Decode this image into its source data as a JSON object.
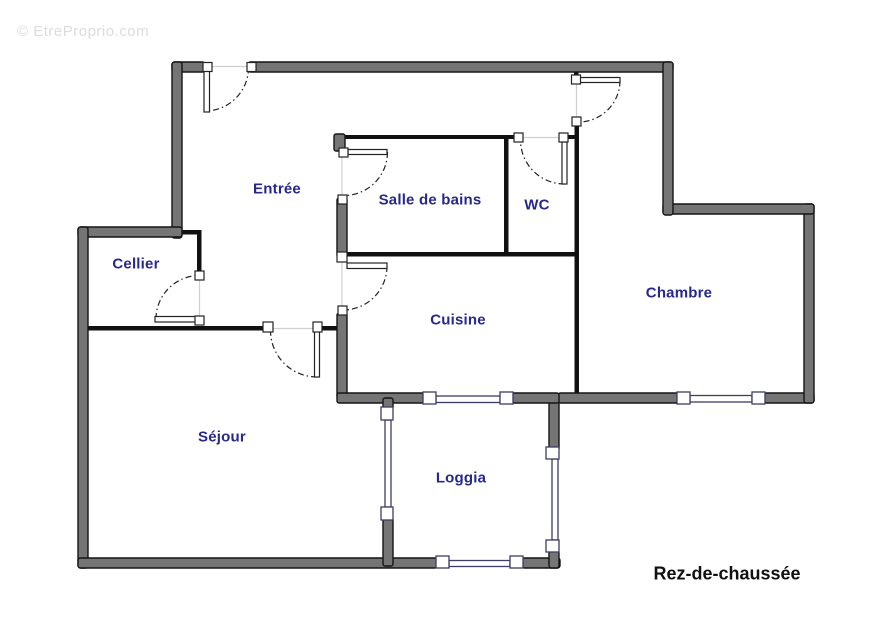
{
  "watermark": {
    "text": "© EtreProprio.com"
  },
  "floor_label": "Rez-de-chaussée",
  "rooms": {
    "entree": {
      "label": "Entrée"
    },
    "salle_de_bains": {
      "label": "Salle de bains"
    },
    "wc": {
      "label": "WC"
    },
    "cellier": {
      "label": "Cellier"
    },
    "cuisine": {
      "label": "Cuisine"
    },
    "chambre": {
      "label": "Chambre"
    },
    "sejour": {
      "label": "Séjour"
    },
    "loggia": {
      "label": "Loggia"
    }
  },
  "colors": {
    "background": "#ffffff",
    "wall_fill": "#757575",
    "wall_stroke": "#151515",
    "interior_wall": "#111111",
    "room_label": "#28288c",
    "floor_label": "#111111",
    "watermark": "#dcdcdc",
    "window_stroke": "#3c3c64",
    "door_stroke": "#222222"
  }
}
